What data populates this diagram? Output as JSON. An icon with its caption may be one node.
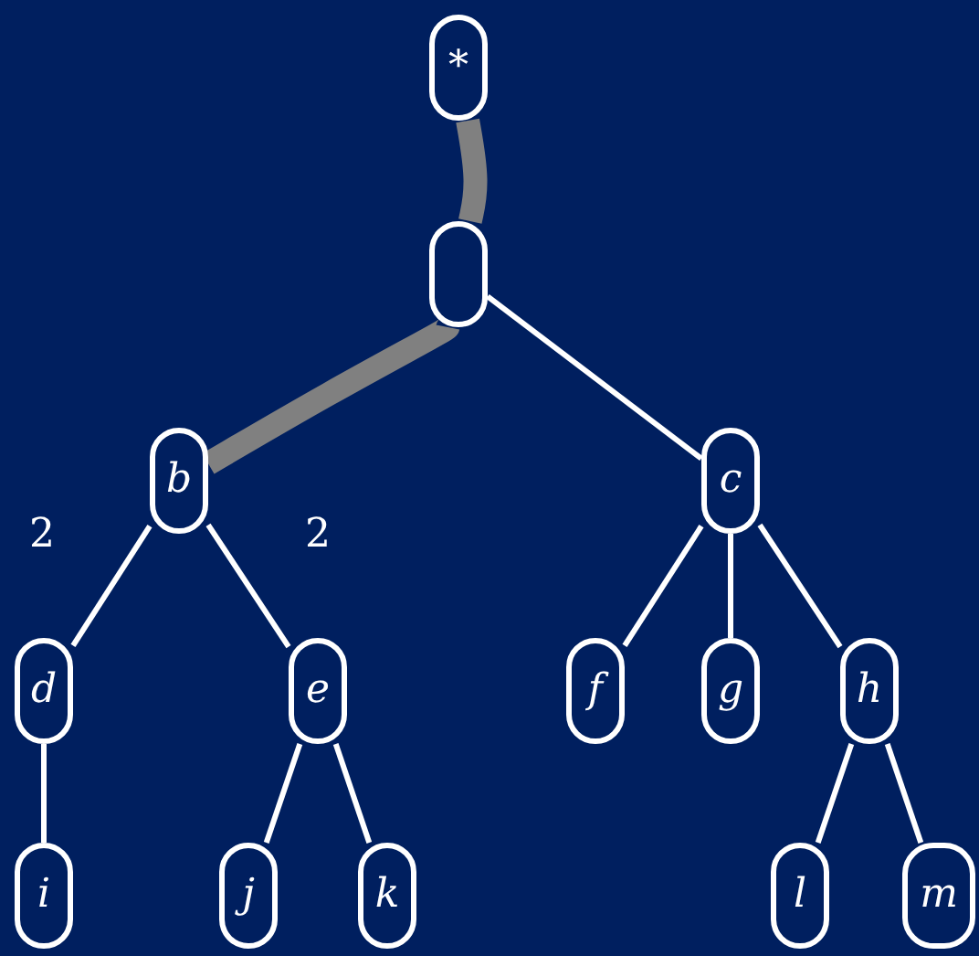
{
  "diagram": {
    "nodes": [
      {
        "text": [
          "*"
        ]
      },
      {
        "text": [],
        "shape": "box"
      },
      {
        "text": [
          "b"
        ]
      },
      {
        "text": [
          "c"
        ]
      },
      {
        "text": [
          "d"
        ]
      },
      {
        "text": [
          "e"
        ]
      },
      {
        "text": [
          "f"
        ]
      },
      {
        "text": [
          "g"
        ]
      },
      {
        "text": [
          "h"
        ]
      },
      {
        "text": [
          "i"
        ]
      },
      {
        "text": [
          "j"
        ]
      },
      {
        "text": [
          "k"
        ]
      },
      {
        "text": [
          "l"
        ]
      },
      {
        "text": [
          "m"
        ]
      }
    ],
    "edges": [
      {
        "from": 0,
        "to": 1,
        "arrow": "none",
        "style": "thick",
        "color": "#808080"
      },
      {
        "from": 1,
        "to": 2,
        "arrow": "none",
        "style": "thick",
        "color": "#808080"
      },
      {
        "from": 1,
        "to": 3,
        "arrow": "none"
      },
      {
        "from": 2,
        "to": 4,
        "arrow": "none"
      },
      {
        "from": 2,
        "to": 5,
        "arrow": "none"
      },
      {
        "from": 3,
        "to": 6,
        "arrow": "none"
      },
      {
        "from": 3,
        "to": 7,
        "arrow": "none"
      },
      {
        "from": 3,
        "to": 8,
        "arrow": "none"
      },
      {
        "from": 4,
        "to": 9,
        "arrow": "none"
      },
      {
        "from": 5,
        "to": 10,
        "arrow": "none"
      },
      {
        "from": 5,
        "to": 11,
        "arrow": "none"
      },
      {
        "from": 8,
        "to": 12,
        "arrow": "none"
      },
      {
        "from": 8,
        "to": 13,
        "arrow": "none"
      }
    ],
    "labels": [
      "2",
      "2"
    ]
  }
}
